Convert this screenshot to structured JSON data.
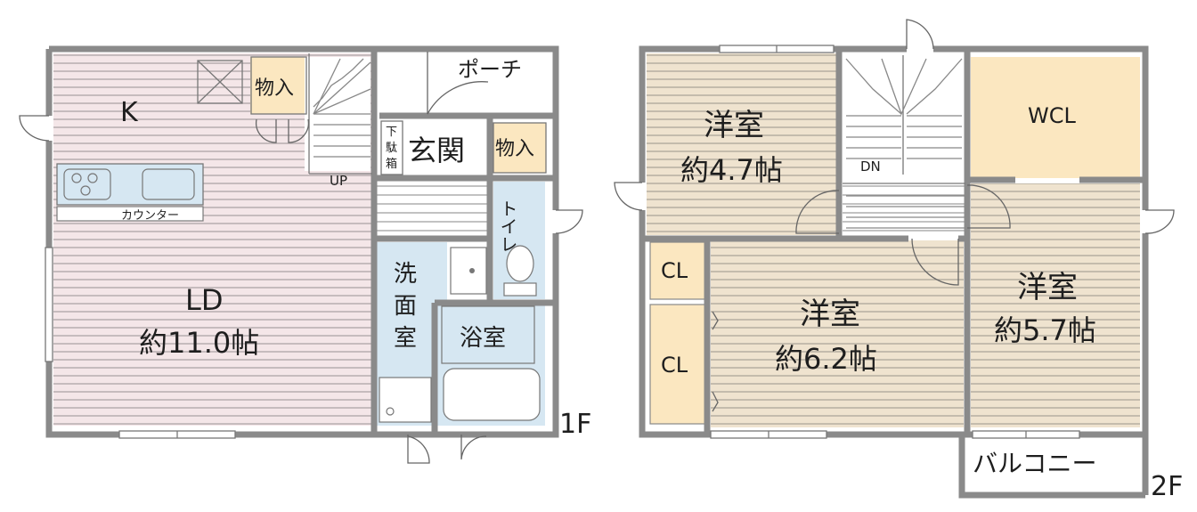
{
  "floors": {
    "first": {
      "floor_label": "1F",
      "rooms": {
        "kitchen": "K",
        "storage_stair": "物入",
        "porch": "ポーチ",
        "shoe_box": [
          "下",
          "駄",
          "箱"
        ],
        "entrance": "玄関",
        "storage_entrance": "物入",
        "stair_up": "UP",
        "toilet": "トイレ",
        "counter": "カウンター",
        "ld_name": "LD",
        "ld_size": "約11.0帖",
        "washroom": [
          "洗",
          "面",
          "室"
        ],
        "bath": "浴室"
      }
    },
    "second": {
      "floor_label": "2F",
      "rooms": {
        "western_a_name": "洋室",
        "western_a_size": "約4.7帖",
        "stair_down": "DN",
        "wcl": "WCL",
        "cl_upper": "CL",
        "cl_lower": "CL",
        "western_b_name": "洋室",
        "western_b_size": "約6.2帖",
        "western_c_name": "洋室",
        "western_c_size": "約5.7帖",
        "balcony": "バルコニー"
      }
    }
  },
  "colors": {
    "wall": "#8a8a8a",
    "ld_floor": "#f4e6e8",
    "wood_floor": "#efe3cf",
    "storage": "#fbe7c0",
    "wet_area": "#d6e7f2",
    "stripe": "#a6a6a6"
  }
}
